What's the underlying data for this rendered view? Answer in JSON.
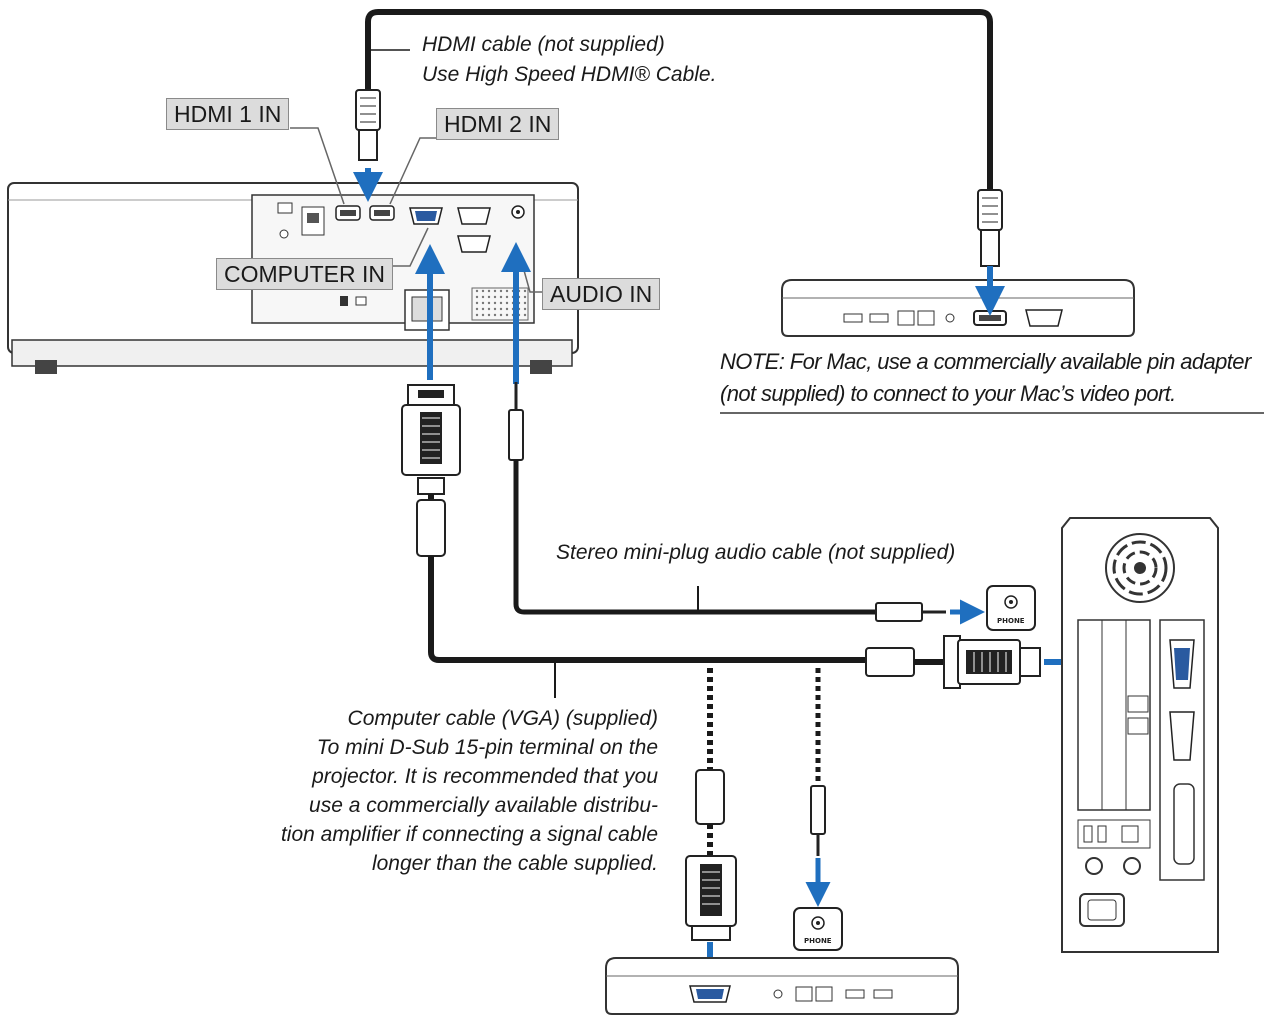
{
  "labels": {
    "hdmi1_in": "HDMI 1 IN",
    "hdmi2_in": "HDMI 2 IN",
    "computer_in": "COMPUTER IN",
    "audio_in": "AUDIO IN"
  },
  "captions": {
    "hdmi_cable": [
      "HDMI cable (not supplied)",
      "Use High Speed HDMI® Cable."
    ],
    "note": [
      "NOTE: For Mac, use a commercially available pin adapter",
      "(not supplied) to connect to your Mac’s video port."
    ],
    "audio_cable": "Stereo mini-plug audio cable (not supplied)",
    "vga_cable": [
      "Computer cable (VGA) (supplied)",
      "To mini D-Sub 15-pin terminal on the",
      "projector. It is recommended that you",
      "use a commercially available distribu-",
      "tion amplifier if connecting a signal cable",
      "longer than the cable supplied."
    ]
  },
  "port_labels": {
    "phone": "PHONE"
  },
  "colors": {
    "arrow": "#1f6fbf",
    "cable": "#1a1a1a",
    "label_bg": "#dcdcdc",
    "device_outline": "#333333"
  }
}
